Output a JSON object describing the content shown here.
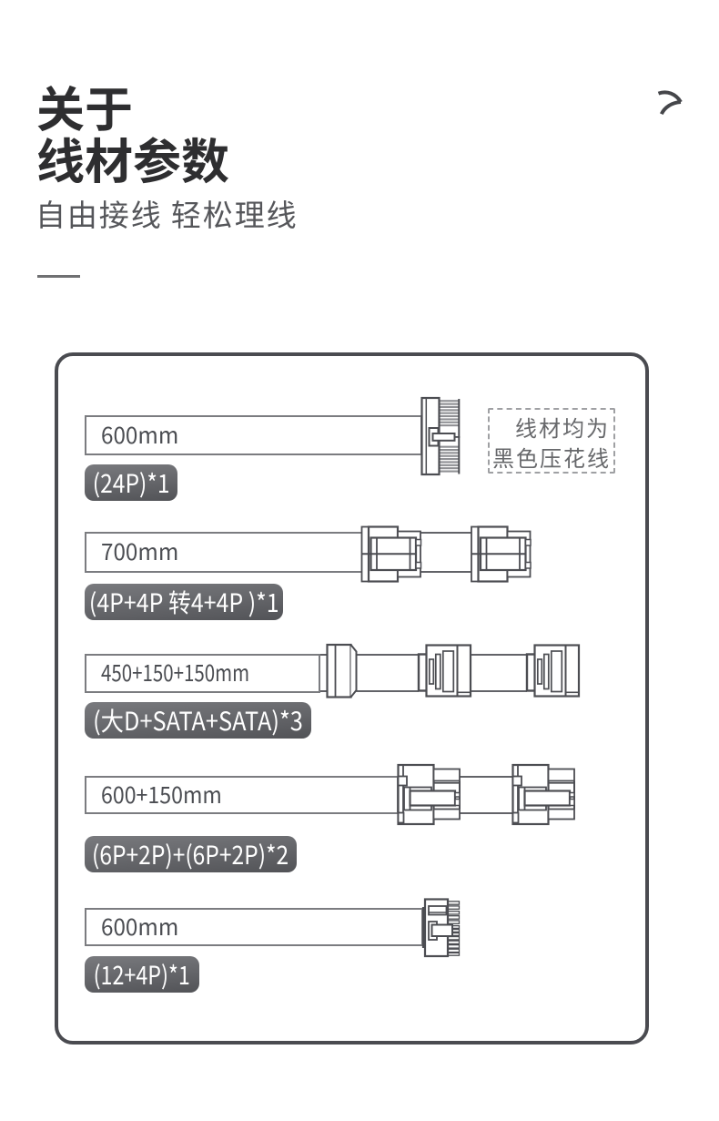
{
  "page": {
    "title_line1": "关于",
    "title_line2": "线材参数",
    "subtitle": "自由接线 轻松理线",
    "corner_icon": "curved-chevron-right-icon"
  },
  "panel": {
    "note": {
      "line1": "线材均为",
      "line2": "黑色压花线"
    },
    "rows": [
      {
        "length": "600mm",
        "label": "(24P)*1",
        "connector": "24p-atx-connector"
      },
      {
        "length": "700mm",
        "label": "(4P+4P 转4+4P )*1",
        "connector": "4p-plus-4p-connectors"
      },
      {
        "length": "450+150+150mm",
        "label": "(大D+SATA+SATA)*3",
        "connector": "molex-sata-sata-connectors"
      },
      {
        "length": "600+150mm",
        "label": "(6P+2P)+(6P+2P)*2",
        "connector": "6p2p-6p2p-connectors"
      },
      {
        "length": "600mm",
        "label": "(12+4P)*1",
        "connector": "12plus4p-connector"
      }
    ]
  },
  "colors": {
    "title": "#2e2e30",
    "subtitle": "#55565a",
    "panel_border": "#4a4b50",
    "cable_border": "#7b7c80",
    "cable_text": "#4b4d52",
    "badge_bg_top": "#77787c",
    "badge_bg_bottom": "#525357",
    "badge_text": "#ffffff",
    "note_border": "#a4a5a8",
    "note_text": "#67686b",
    "connector_stroke": "#4c4d52",
    "teeth_fill": "#97989c"
  }
}
